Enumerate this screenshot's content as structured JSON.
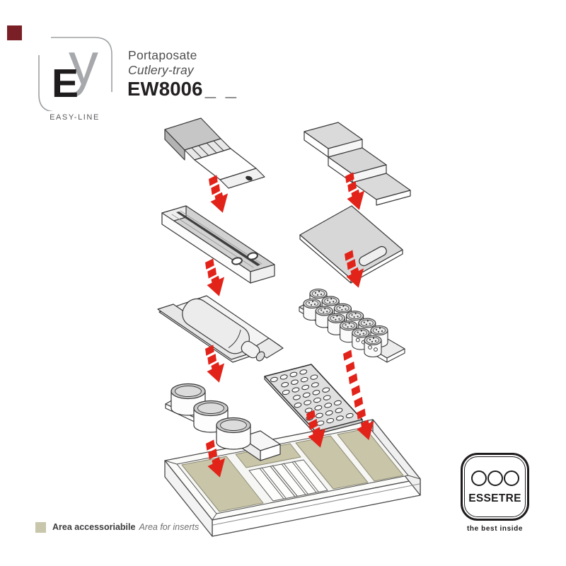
{
  "brand": {
    "corner_color": "#7a1f26",
    "logo_letter_dark": "E",
    "logo_letter_gray": "y",
    "line_name": "EASY-LINE"
  },
  "header": {
    "title_it": "Portaposate",
    "title_en": "Cutlery-tray",
    "code": "EW8006",
    "code_suffix": "_ _"
  },
  "legend": {
    "swatch_color": "#c8c6ab",
    "label_it": "Area accessoriabile",
    "label_en": "Area for inserts"
  },
  "footer_logo": {
    "name": "ESSETRE",
    "tagline": "the best inside",
    "circle_count": 3
  },
  "diagram": {
    "accent_red": "#e2231a",
    "insert_area_color": "#c8c5a9",
    "outline_color": "#3a3a3a",
    "pieces": [
      "knife-block-insert",
      "knife-sharpener-bar",
      "bottle-holder-insert",
      "round-canisters-insert",
      "stepped-spice-insert",
      "cutting-board-insert",
      "spice-jars-insert",
      "grid-mat-insert",
      "cutlery-tray-base"
    ]
  }
}
